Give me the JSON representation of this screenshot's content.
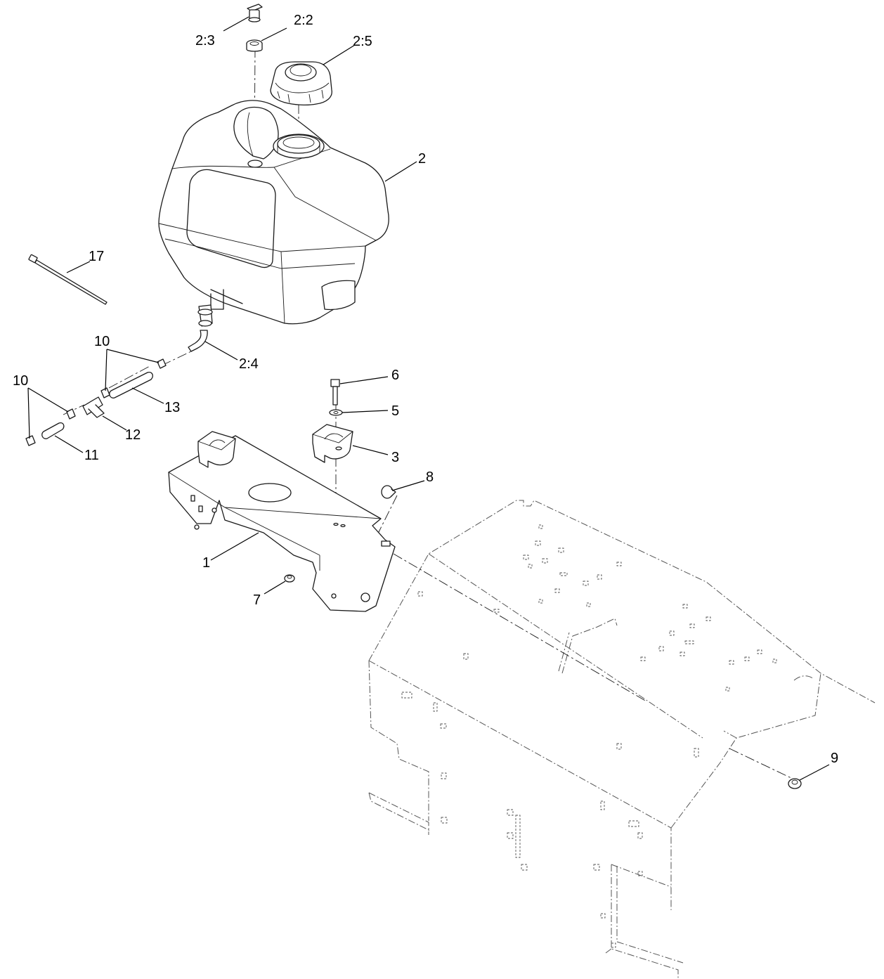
{
  "diagram": {
    "callouts": [
      {
        "id": "c-2-3",
        "text": "2:3"
      },
      {
        "id": "c-2-2",
        "text": "2:2"
      },
      {
        "id": "c-2-5",
        "text": "2:5"
      },
      {
        "id": "c-2",
        "text": "2"
      },
      {
        "id": "c-17",
        "text": "17"
      },
      {
        "id": "c-10a",
        "text": "10"
      },
      {
        "id": "c-2-4",
        "text": "2:4"
      },
      {
        "id": "c-10b",
        "text": "10"
      },
      {
        "id": "c-13",
        "text": "13"
      },
      {
        "id": "c-12",
        "text": "12"
      },
      {
        "id": "c-11",
        "text": "11"
      },
      {
        "id": "c-6",
        "text": "6"
      },
      {
        "id": "c-5",
        "text": "5"
      },
      {
        "id": "c-3",
        "text": "3"
      },
      {
        "id": "c-8",
        "text": "8"
      },
      {
        "id": "c-1",
        "text": "1"
      },
      {
        "id": "c-7",
        "text": "7"
      },
      {
        "id": "c-9",
        "text": "9"
      }
    ]
  }
}
